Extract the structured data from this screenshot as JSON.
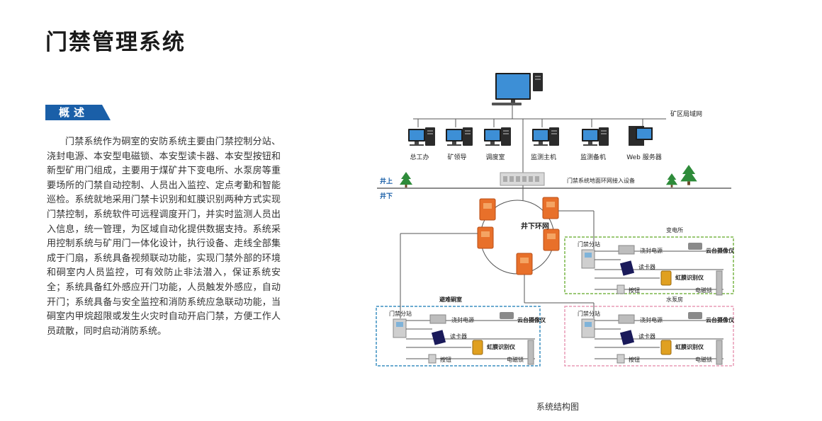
{
  "title": "门禁管理系统",
  "section": "概述",
  "overview": "门禁系统作为硐室的安防系统主要由门禁控制分站、浇封电源、本安型电磁锁、本安型读卡器、本安型按钮和新型矿用门组成，主要用于煤矿井下变电所、水泵房等重要场所的门禁自动控制、人员出入监控、定点考勤和智能巡检。系统就地采用门禁卡识别和虹膜识别两种方式实现门禁控制，系统软件可远程调度开门，并实时监测人员出入信息，统一管理，为区域自动化提供数据支持。系统采用控制系统与矿用门一体化设计，执行设备、走线全部集成于门扇，系统具备视频联动功能，实现门禁外部的环境和硐室内人员监控，可有效防止非法潜入，保证系统安全；系统具备红外感应开门功能，人员触发外感应，自动开门；系统具备与安全监控和消防系统应急联动功能，当硐室内甲烷超限或发生火灾时自动开启门禁，方便工作人员疏散，同时启动消防系统。",
  "caption": "系统结构图",
  "diagram": {
    "lan_label": "矿区局域网",
    "workstations": [
      "总工办",
      "矿领导",
      "调度室",
      "监测主机",
      "监测备机",
      "Web 服务器"
    ],
    "above_label": "井上",
    "below_label": "井下",
    "access_device_label": "门禁系统地面环网接入设备",
    "ring_label": "井下环网",
    "rooms": [
      {
        "name": "变电所",
        "station": "门禁分站",
        "devices": [
          "浇封电源",
          "云台摄像仪",
          "读卡器",
          "虹膜识别仪",
          "按钮",
          "电磁锁"
        ]
      },
      {
        "name": "避难硐室",
        "station": "门禁分站",
        "devices": [
          "浇封电源",
          "云台摄像仪",
          "读卡器",
          "虹膜识别仪",
          "按钮",
          "电磁锁"
        ]
      },
      {
        "name": "水泵房",
        "station": "门禁分站",
        "devices": [
          "浇封电源",
          "云台摄像仪",
          "读卡器",
          "虹膜识别仪",
          "按钮",
          "电磁锁"
        ]
      }
    ]
  },
  "colors": {
    "accent_blue": "#1a5fa8",
    "ring_orange": "#e8702a",
    "room_green": "#7ab648",
    "room_blue": "#3c8fc0",
    "room_pink": "#e89bb5",
    "tree_green": "#2e8b3a"
  }
}
